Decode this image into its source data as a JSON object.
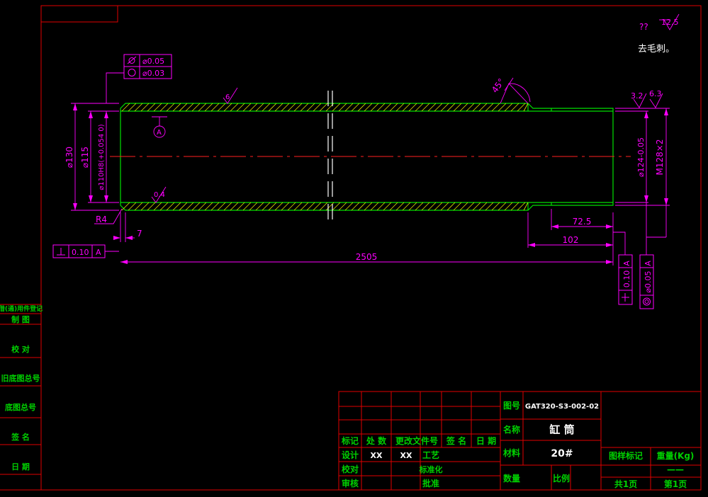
{
  "colors": {
    "background": "#000000",
    "frame": "#e00000",
    "part_outline": "#00e000",
    "dimension": "#ff00ff",
    "centerline": "#ff2020",
    "text_white": "#ffffff",
    "title_text_green": "#00d000"
  },
  "notes": {
    "roughness_prefix": "??",
    "roughness_value": "12.5",
    "deburr": "去毛刺。"
  },
  "gdt": {
    "cylindricity": "⌀0.05",
    "concentricity": "⌀0.03",
    "perp_left_value": "0.10",
    "perp_left_datum": "A",
    "perp_right_value": "0.10",
    "perp_right_datum": "A",
    "coax_right_value": "⌀0.05",
    "coax_right_datum": "A",
    "datum_marker": "A"
  },
  "dims": {
    "od": "⌀130",
    "id_115": "⌀115",
    "bore": "⌀110H8(+0.054 0)",
    "radius": "R4",
    "length_7": "7",
    "total_length": "2505",
    "len_72_5": "72.5",
    "len_102": "102",
    "d124": "⌀124-0.05",
    "thread": "M128×2",
    "chamfer": "45°",
    "rough_bore": "0.4",
    "rough_top": "6",
    "rough_3_2": "3.2",
    "rough_6_3": "6.3"
  },
  "side_labels": [
    "借(通)用件登记",
    "制  图",
    "校  对",
    "旧底图总号",
    "底图总号",
    "签  名",
    "日  期"
  ],
  "title_block": {
    "row_headers": [
      "标记",
      "处 数",
      "更改文件号",
      "签 名",
      "日 期"
    ],
    "design": "设计",
    "design_val1": "XX",
    "design_val2": "XX",
    "process": "工艺",
    "proofread": "校对",
    "standardize": "标准化",
    "review": "审核",
    "approve": "批准",
    "drawing_no_label": "图号",
    "drawing_no": "GAT320-S3-002-02",
    "name_label": "名称",
    "name": "缸  筒",
    "material_label": "材料",
    "material": "20#",
    "quantity_label": "数量",
    "scale_label": "比例",
    "sample_mark": "图样标记",
    "weight_label": "重量(Kg)",
    "weight_value": "——",
    "total_sheets": "共1页",
    "sheet_no": "第1页"
  }
}
